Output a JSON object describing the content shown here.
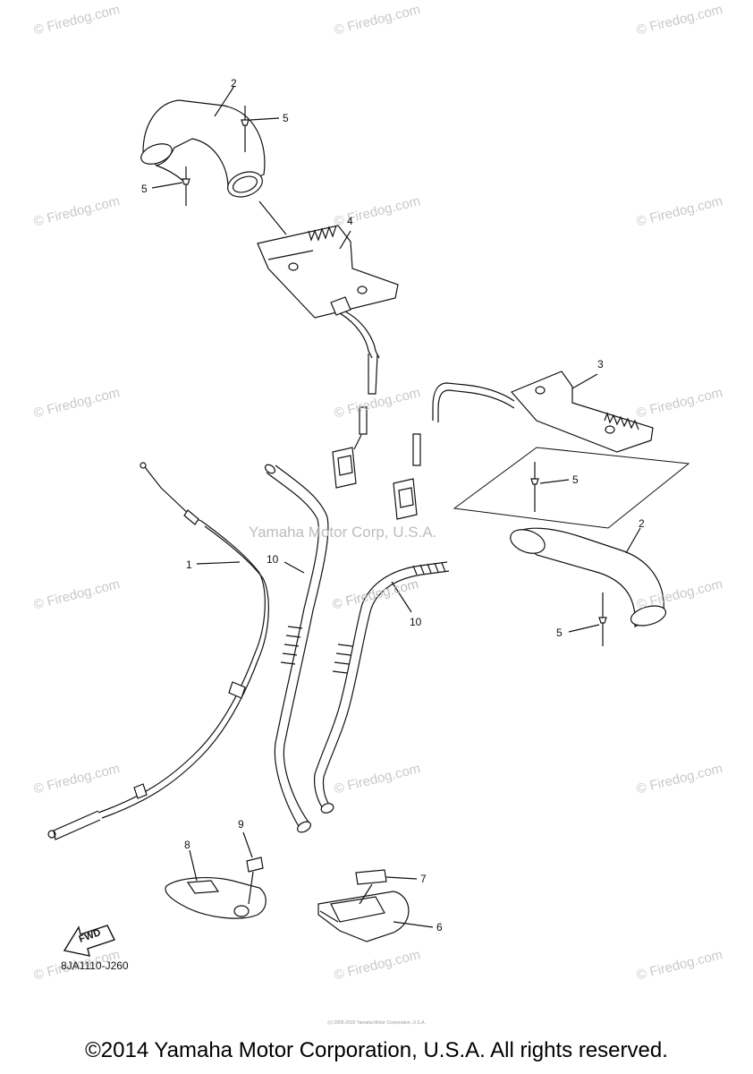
{
  "watermarks": {
    "site": "© Firedog.com",
    "center": "Yamaha Motor Corp, U.S.A.",
    "center2": "© Firedog.com"
  },
  "callouts": [
    "1",
    "2",
    "2",
    "3",
    "4",
    "5",
    "5",
    "5",
    "5",
    "6",
    "7",
    "8",
    "9",
    "10",
    "10"
  ],
  "fwd_label": "FWD",
  "ref_code": "8JA1110-J260",
  "tiny_note": "(c) 2005-2015 Yamaha Motor Corporation, U.S.A.",
  "copyright": "©2014 Yamaha Motor Corporation, U.S.A. All rights reserved."
}
